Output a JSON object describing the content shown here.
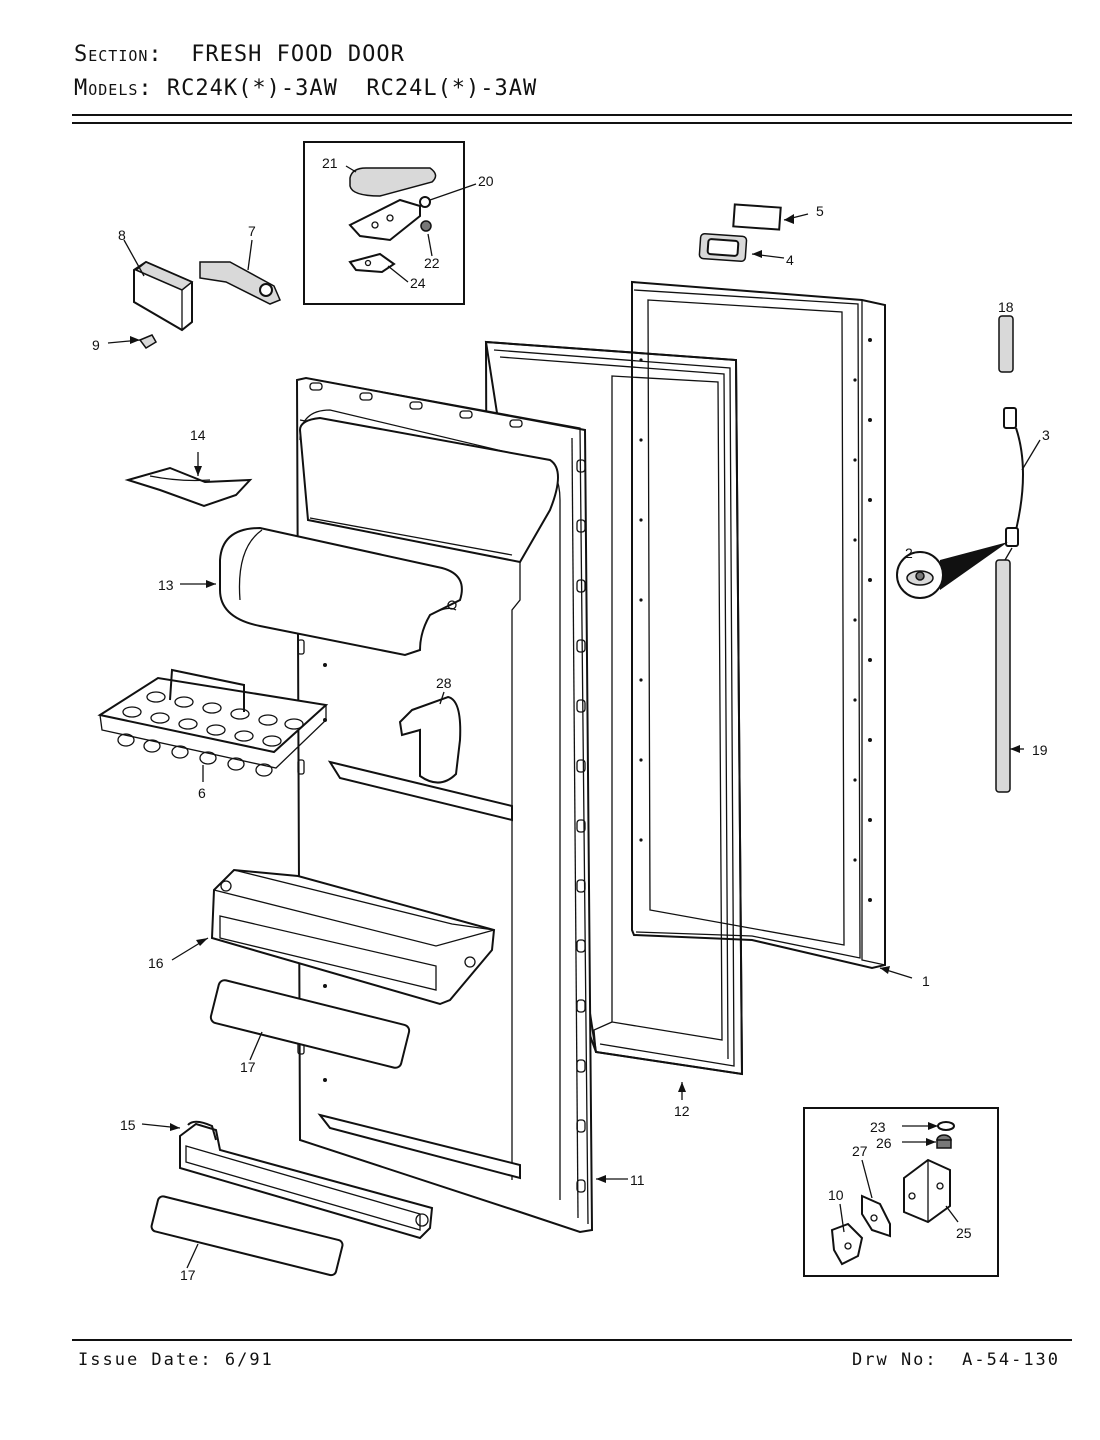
{
  "header": {
    "section_label": "Section:",
    "section_value": "FRESH FOOD DOOR",
    "models_label": "Models:",
    "models_value": "RC24K(*)-3AW  RC24L(*)-3AW"
  },
  "footer": {
    "issue_label": "Issue Date:",
    "issue_value": "6/91",
    "drawing_label": "Drw No:",
    "drawing_value": "A-54-130"
  },
  "callouts": {
    "c1": "1",
    "c2": "2",
    "c3": "3",
    "c4": "4",
    "c5": "5",
    "c6": "6",
    "c7": "7",
    "c8": "8",
    "c9": "9",
    "c10": "10",
    "c11": "11",
    "c12": "12",
    "c13": "13",
    "c14": "14",
    "c15": "15",
    "c16": "16",
    "c17a": "17",
    "c17b": "17",
    "c18": "18",
    "c19": "19",
    "c20": "20",
    "c21": "21",
    "c22": "22",
    "c23": "23",
    "c24": "24",
    "c25": "25",
    "c26": "26",
    "c27": "27",
    "c28": "28"
  }
}
